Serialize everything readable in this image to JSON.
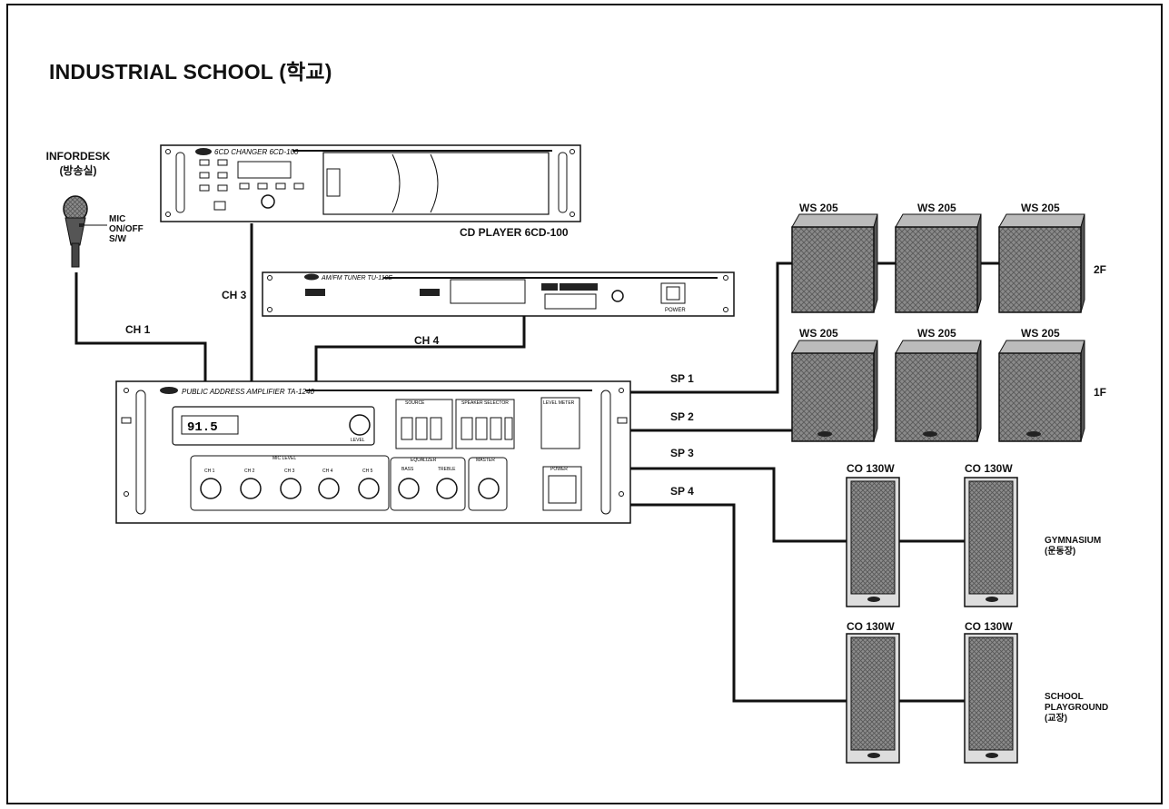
{
  "title": "INDUSTRIAL SCHOOL (학교)",
  "info_desk": {
    "line1": "INFORDESK",
    "line2": "(방송실)"
  },
  "mic": {
    "line1": "MIC",
    "line2": "ON/OFF",
    "line3": "S/W"
  },
  "cd_player": {
    "panel_text": "6CD CHANGER 6CD-100",
    "label": "CD PLAYER  6CD-100"
  },
  "tuner": {
    "panel_text": "AM/FM TUNER TU-110E",
    "power_label": "POWER"
  },
  "amplifier": {
    "panel_text": "PUBLIC ADDRESS AMPLIFIER TA-1240",
    "display": "91.5",
    "section_labels": [
      "MIC LEVEL",
      "EQUALIZER",
      "MASTER",
      "POWER",
      "SOURCE",
      "SPEAKER SELECTOR",
      "LEVEL METER"
    ],
    "knob_labels": [
      "CH 1",
      "CH 2",
      "CH 3",
      "CH 4",
      "CH 5",
      "BASS",
      "TREBLE",
      "LEVEL"
    ]
  },
  "channels": {
    "ch1": "CH 1",
    "ch3": "CH 3",
    "ch4": "CH 4"
  },
  "speaker_lines": {
    "sp1": "SP 1",
    "sp2": "SP 2",
    "sp3": "SP 3",
    "sp4": "SP 4"
  },
  "wall_speakers": {
    "model": "WS 205",
    "floor_2": "2F",
    "floor_1": "1F"
  },
  "column_speakers": {
    "model": "CO 130W",
    "gym_line1": "GYMNASIUM",
    "gym_line2": "(운동장)",
    "play_line1": "SCHOOL",
    "play_line2": "PLAYGROUND",
    "play_line3": "(교장)"
  }
}
